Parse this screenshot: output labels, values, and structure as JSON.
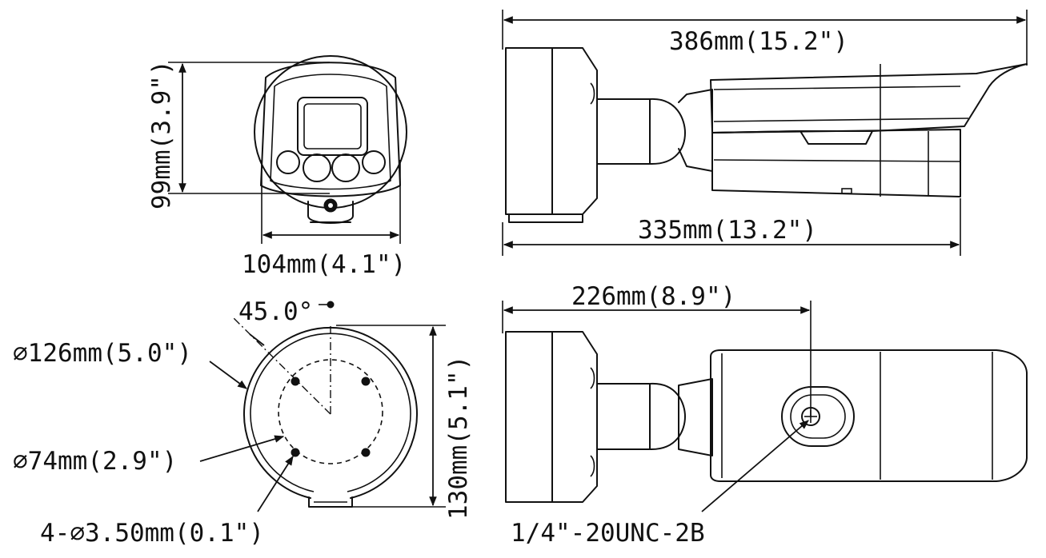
{
  "dimensions": {
    "front_height": "99mm(3.9\")",
    "front_width": "104mm(4.1\")",
    "side_length": "386mm(15.2\")",
    "side_body_length": "335mm(13.2\")",
    "bottom_mount_distance": "226mm(8.9\")",
    "base_angle": "45.0°",
    "base_outer_diameter": "∅126mm(5.0\")",
    "base_hole_circle_diameter": "∅74mm(2.9\")",
    "base_hole_spec": "4-∅3.50mm(0.1\")",
    "base_height": "130mm(5.1\")",
    "mount_thread": "1/4\"-20UNC-2B"
  }
}
